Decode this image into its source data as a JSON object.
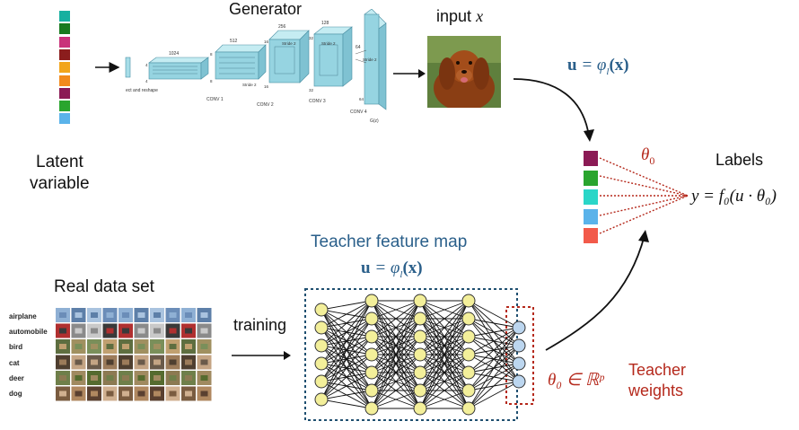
{
  "title": "Generator",
  "latent": {
    "label_line1": "Latent",
    "label_line2": "variable",
    "colors": [
      "#17b0a0",
      "#177a1e",
      "#c9327a",
      "#8b1d1d",
      "#f2a51c",
      "#f28a1c",
      "#8b1a55",
      "#2aa52e",
      "#5ab3ea"
    ]
  },
  "generator": {
    "project_label": "ect and reshape",
    "dims": [
      "1024",
      "512",
      "256",
      "128",
      "64"
    ],
    "side_dims": [
      "4",
      "4",
      "8",
      "8",
      "16",
      "16",
      "32",
      "32",
      "64"
    ],
    "conv_labels": [
      "CONV 1",
      "CONV 2",
      "CONV 3",
      "CONV 4"
    ],
    "stride_labels": [
      "Stride 2",
      "Stride 2",
      "Stride 2",
      "Stride 2"
    ],
    "output_label": "G(z)"
  },
  "input_x": {
    "label": "input",
    "var": "x"
  },
  "feature_eq_top": {
    "lhs": "u",
    "rhs": "= φ",
    "sub": "l",
    "arg": "(x)"
  },
  "theta0_label": "θ",
  "theta0_sub": "0",
  "labels_title": "Labels",
  "labels_colors": [
    "#8b1a55",
    "#2aa52e",
    "#2ad6c8",
    "#5ab3ea",
    "#f25a4a"
  ],
  "labels_eq": "y = f₀(u · θ₀)",
  "teacher_map_title": "Teacher feature map",
  "feature_eq_mid": {
    "lhs": "u",
    "rhs": "= φ",
    "sub": "l",
    "arg": "(x)"
  },
  "real_data_title": "Real data set",
  "cifar_classes": [
    "airplane",
    "automobile",
    "bird",
    "cat",
    "deer",
    "dog"
  ],
  "training_label": "training",
  "theta_in_r": "θ₀ ∈ ℝᵖ",
  "teacher_weights": {
    "line1": "Teacher",
    "line2": "weights"
  },
  "network": {
    "layer_sizes": [
      6,
      7,
      7,
      7,
      4
    ]
  }
}
